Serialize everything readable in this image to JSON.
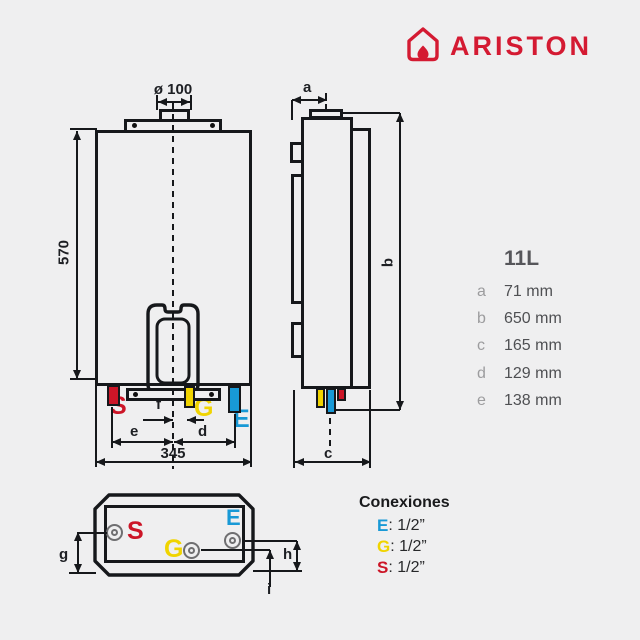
{
  "logo": {
    "brand": "ARISTON"
  },
  "front_view": {
    "flue_diameter": "ø 100",
    "height": "570",
    "width": "345",
    "conn_s": "S",
    "conn_g": "G",
    "conn_e": "E",
    "dim_f": "f",
    "dim_e": "e",
    "dim_d": "d"
  },
  "side_view": {
    "dim_a": "a",
    "dim_b": "b",
    "dim_c": "c"
  },
  "bottom_view": {
    "conn_s": "S",
    "conn_g": "G",
    "conn_e": "E",
    "dim_g": "g",
    "dim_h": "h",
    "dim_i": "i"
  },
  "model_table": {
    "title": "11L",
    "rows": [
      {
        "key": "a",
        "value": "71 mm"
      },
      {
        "key": "b",
        "value": "650 mm"
      },
      {
        "key": "c",
        "value": "165 mm"
      },
      {
        "key": "d",
        "value": "129 mm"
      },
      {
        "key": "e",
        "value": "138 mm"
      }
    ]
  },
  "connections": {
    "title": "Conexiones",
    "items": [
      {
        "key": "E",
        "value": ": 1/2”"
      },
      {
        "key": "G",
        "value": ": 1/2”"
      },
      {
        "key": "S",
        "value": ": 1/2”"
      }
    ]
  },
  "colors": {
    "brand_red": "#d41a32",
    "hot_water_red": "#cc1527",
    "gas_yellow": "#f0d400",
    "cold_water_blue": "#1899d6",
    "line": "#16181b",
    "background": "#efeff0"
  }
}
